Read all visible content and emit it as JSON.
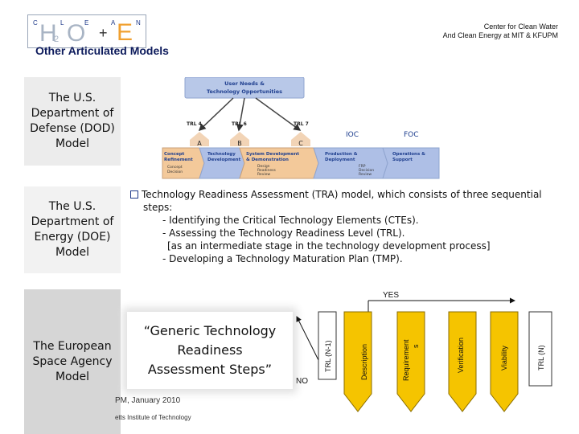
{
  "logo": {
    "letters": [
      "C",
      "L",
      "E",
      "A",
      "N"
    ],
    "h": "H",
    "two": "2",
    "o": "O",
    "plus": "+",
    "e": "E"
  },
  "header": {
    "org_line1": "Center for Clean Water",
    "org_line2": "And Clean Energy at MIT & KFUPM",
    "title": "Other Articulated Models"
  },
  "models": {
    "dod": "The U.S. Department of Defense (DOD) Model",
    "doe": "The U.S. Department of Energy (DOE) Model",
    "esa": "The European Space Agency Model"
  },
  "dod_diagram": {
    "top_box": [
      "User Needs &",
      "Technology Opportunities"
    ],
    "milestones": [
      "TRL 4",
      "TRL 6",
      "TRL 7"
    ],
    "milestone_letters": [
      "A",
      "B",
      "C"
    ],
    "ioc": "IOC",
    "foc": "FOC",
    "phases": [
      [
        "Concept",
        "Refinement"
      ],
      [
        "Technology",
        "Development"
      ],
      [
        "System Development",
        "& Demonstration"
      ],
      [
        "Production &",
        "Deployment"
      ],
      [
        "Operations &",
        "Support"
      ]
    ],
    "sub_notes": [
      [
        "Concept",
        "Decision"
      ],
      [
        "Design",
        "Readiness",
        "Review"
      ],
      [
        "FRP",
        "Decision",
        "Review"
      ]
    ],
    "colors": {
      "top_box": "#b8c8e8",
      "phase_blue": "#aebfe6",
      "phase_orange": "#f3c99a",
      "letter_fill": "#f2d4b6",
      "ioc_text": "#1f3f8f"
    }
  },
  "tra": {
    "line1": "Technology Readiness Assessment (TRA) model, which consists of three sequential",
    "line2": "steps:",
    "step1": "- Identifying the Critical Technology Elements (CTEs).",
    "step2": "- Assessing the Technology  Readiness Level (TRL).",
    "step2_note": "[as an intermediate stage in the technology development process]",
    "step3": "- Developing a Technology Maturation Plan (TMP)."
  },
  "generic": {
    "line1": "“Generic Technology",
    "line2": "Readiness",
    "line3": "Assessment Steps”"
  },
  "footer": {
    "date": "PM, January 2010",
    "institute": "etts Institute of Technology"
  },
  "esa_flow": {
    "yes": "YES",
    "no": "NO",
    "start": "TRL (N-1)",
    "steps": [
      "Description",
      "Requirement",
      "Verification",
      "Viability"
    ],
    "requirement_suffix": "s",
    "end": "TRL (N)",
    "colors": {
      "step_fill": "#f5c400",
      "step_stroke": "#8a6d00"
    }
  }
}
